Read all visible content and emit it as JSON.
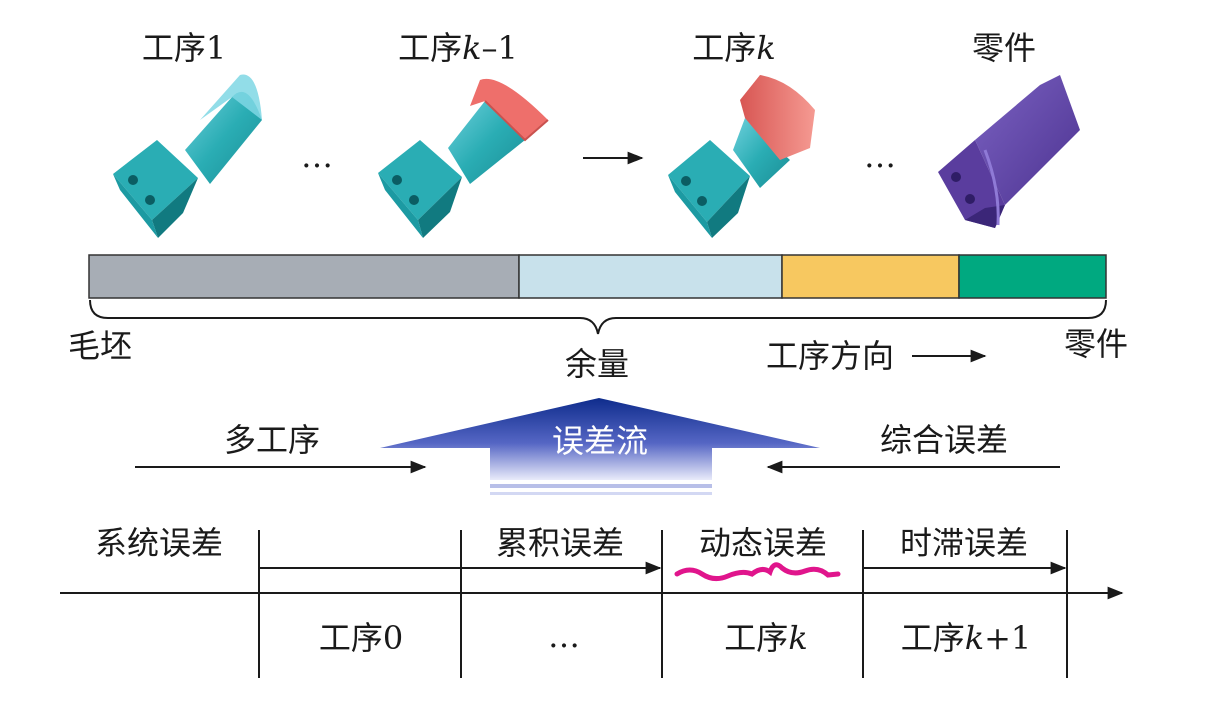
{
  "stages": {
    "s1": "工序1",
    "s2": "工序",
    "s2k": "k",
    "s2suffix": "–1",
    "s3": "工序",
    "s3k": "k",
    "s4": "零件",
    "ellipsis": "…"
  },
  "bar": {
    "colors": [
      "#a7adb5",
      "#c8e1eb",
      "#f7c860",
      "#00a980"
    ],
    "left_label": "毛坯",
    "right_label": "零件",
    "center_label": "余量",
    "direction_label": "工序方向"
  },
  "flow": {
    "left_label": "多工序",
    "center_label": "误差流",
    "right_label": "综合误差"
  },
  "timeline": {
    "errors": [
      "系统误差",
      "累积误差",
      "动态误差",
      "时滞误差"
    ],
    "steps": {
      "p0": "工序0",
      "dots": "…",
      "pk": "工序",
      "pk_k": "k",
      "pk1": "工序",
      "pk1_k": "k",
      "pk1_suffix": "+1"
    }
  },
  "colors": {
    "part_teal": "#2aadb4",
    "part_highlight": "#7fd7e4",
    "part_red": "#ee6f6b",
    "part_purple": "#5a3d9e",
    "arrow_blue": "#1a3a9a",
    "wave_magenta": "#e0158c"
  }
}
